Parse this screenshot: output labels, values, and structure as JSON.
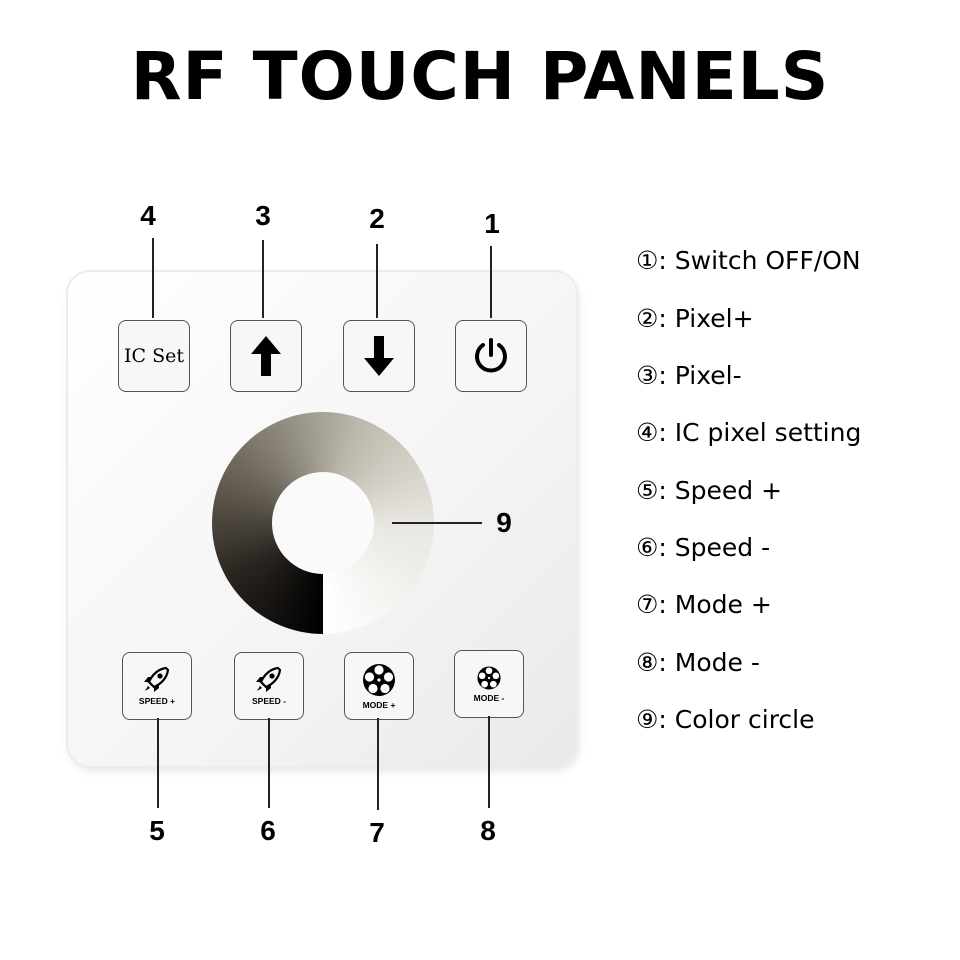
{
  "title": "RF TOUCH PANELS",
  "panel": {
    "buttons": {
      "ic_set": "IC Set",
      "speed_plus": "SPEED +",
      "speed_minus": "SPEED -",
      "mode_plus": "MODE +",
      "mode_minus": "MODE -"
    }
  },
  "callouts": {
    "n1": "1",
    "n2": "2",
    "n3": "3",
    "n4": "4",
    "n5": "5",
    "n6": "6",
    "n7": "7",
    "n8": "8",
    "n9": "9"
  },
  "legend": [
    "①: Switch OFF/ON",
    "②: Pixel+",
    "③: Pixel-",
    "④: IC pixel setting",
    "⑤: Speed +",
    "⑥: Speed -",
    "⑦: Mode +",
    "⑧: Mode -",
    "⑨: Color circle"
  ]
}
